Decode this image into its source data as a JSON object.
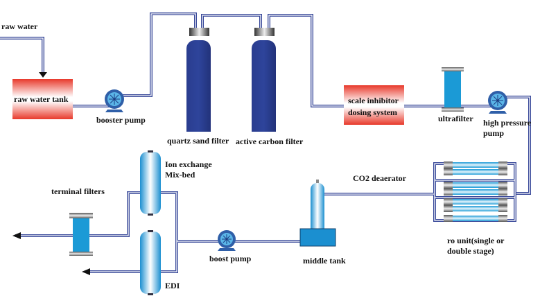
{
  "labels": {
    "raw_water": "raw water",
    "raw_water_tank": "raw water tank",
    "booster_pump": "booster pump",
    "quartz_sand_filter": "quartz sand filter",
    "active_carbon_filter": "active carbon filter",
    "scale_inhibitor_line1": "scale inhibitor",
    "scale_inhibitor_line2": "dosing system",
    "ultrafilter": "ultrafilter",
    "high_pressure_pump_line1": "high pressure",
    "high_pressure_pump_line2": "pump",
    "co2_deaerator": "CO2 deaerator",
    "ro_unit_line1": "ro unit(single or",
    "ro_unit_line2": "double stage)",
    "middle_tank": "middle tank",
    "boost_pump": "boost pump",
    "ion_exchange_line1": "Ion exchange",
    "ion_exchange_line2": "Mix-bed",
    "edi": "EDI",
    "terminal_filters": "terminal filters"
  },
  "colors": {
    "pipe": "#3a4a9a",
    "tank_red": "#e8392b",
    "filter_navy": "#283a8c",
    "membrane_blue": "#1b9ad6",
    "pump_blue": "#2f5fa8"
  }
}
